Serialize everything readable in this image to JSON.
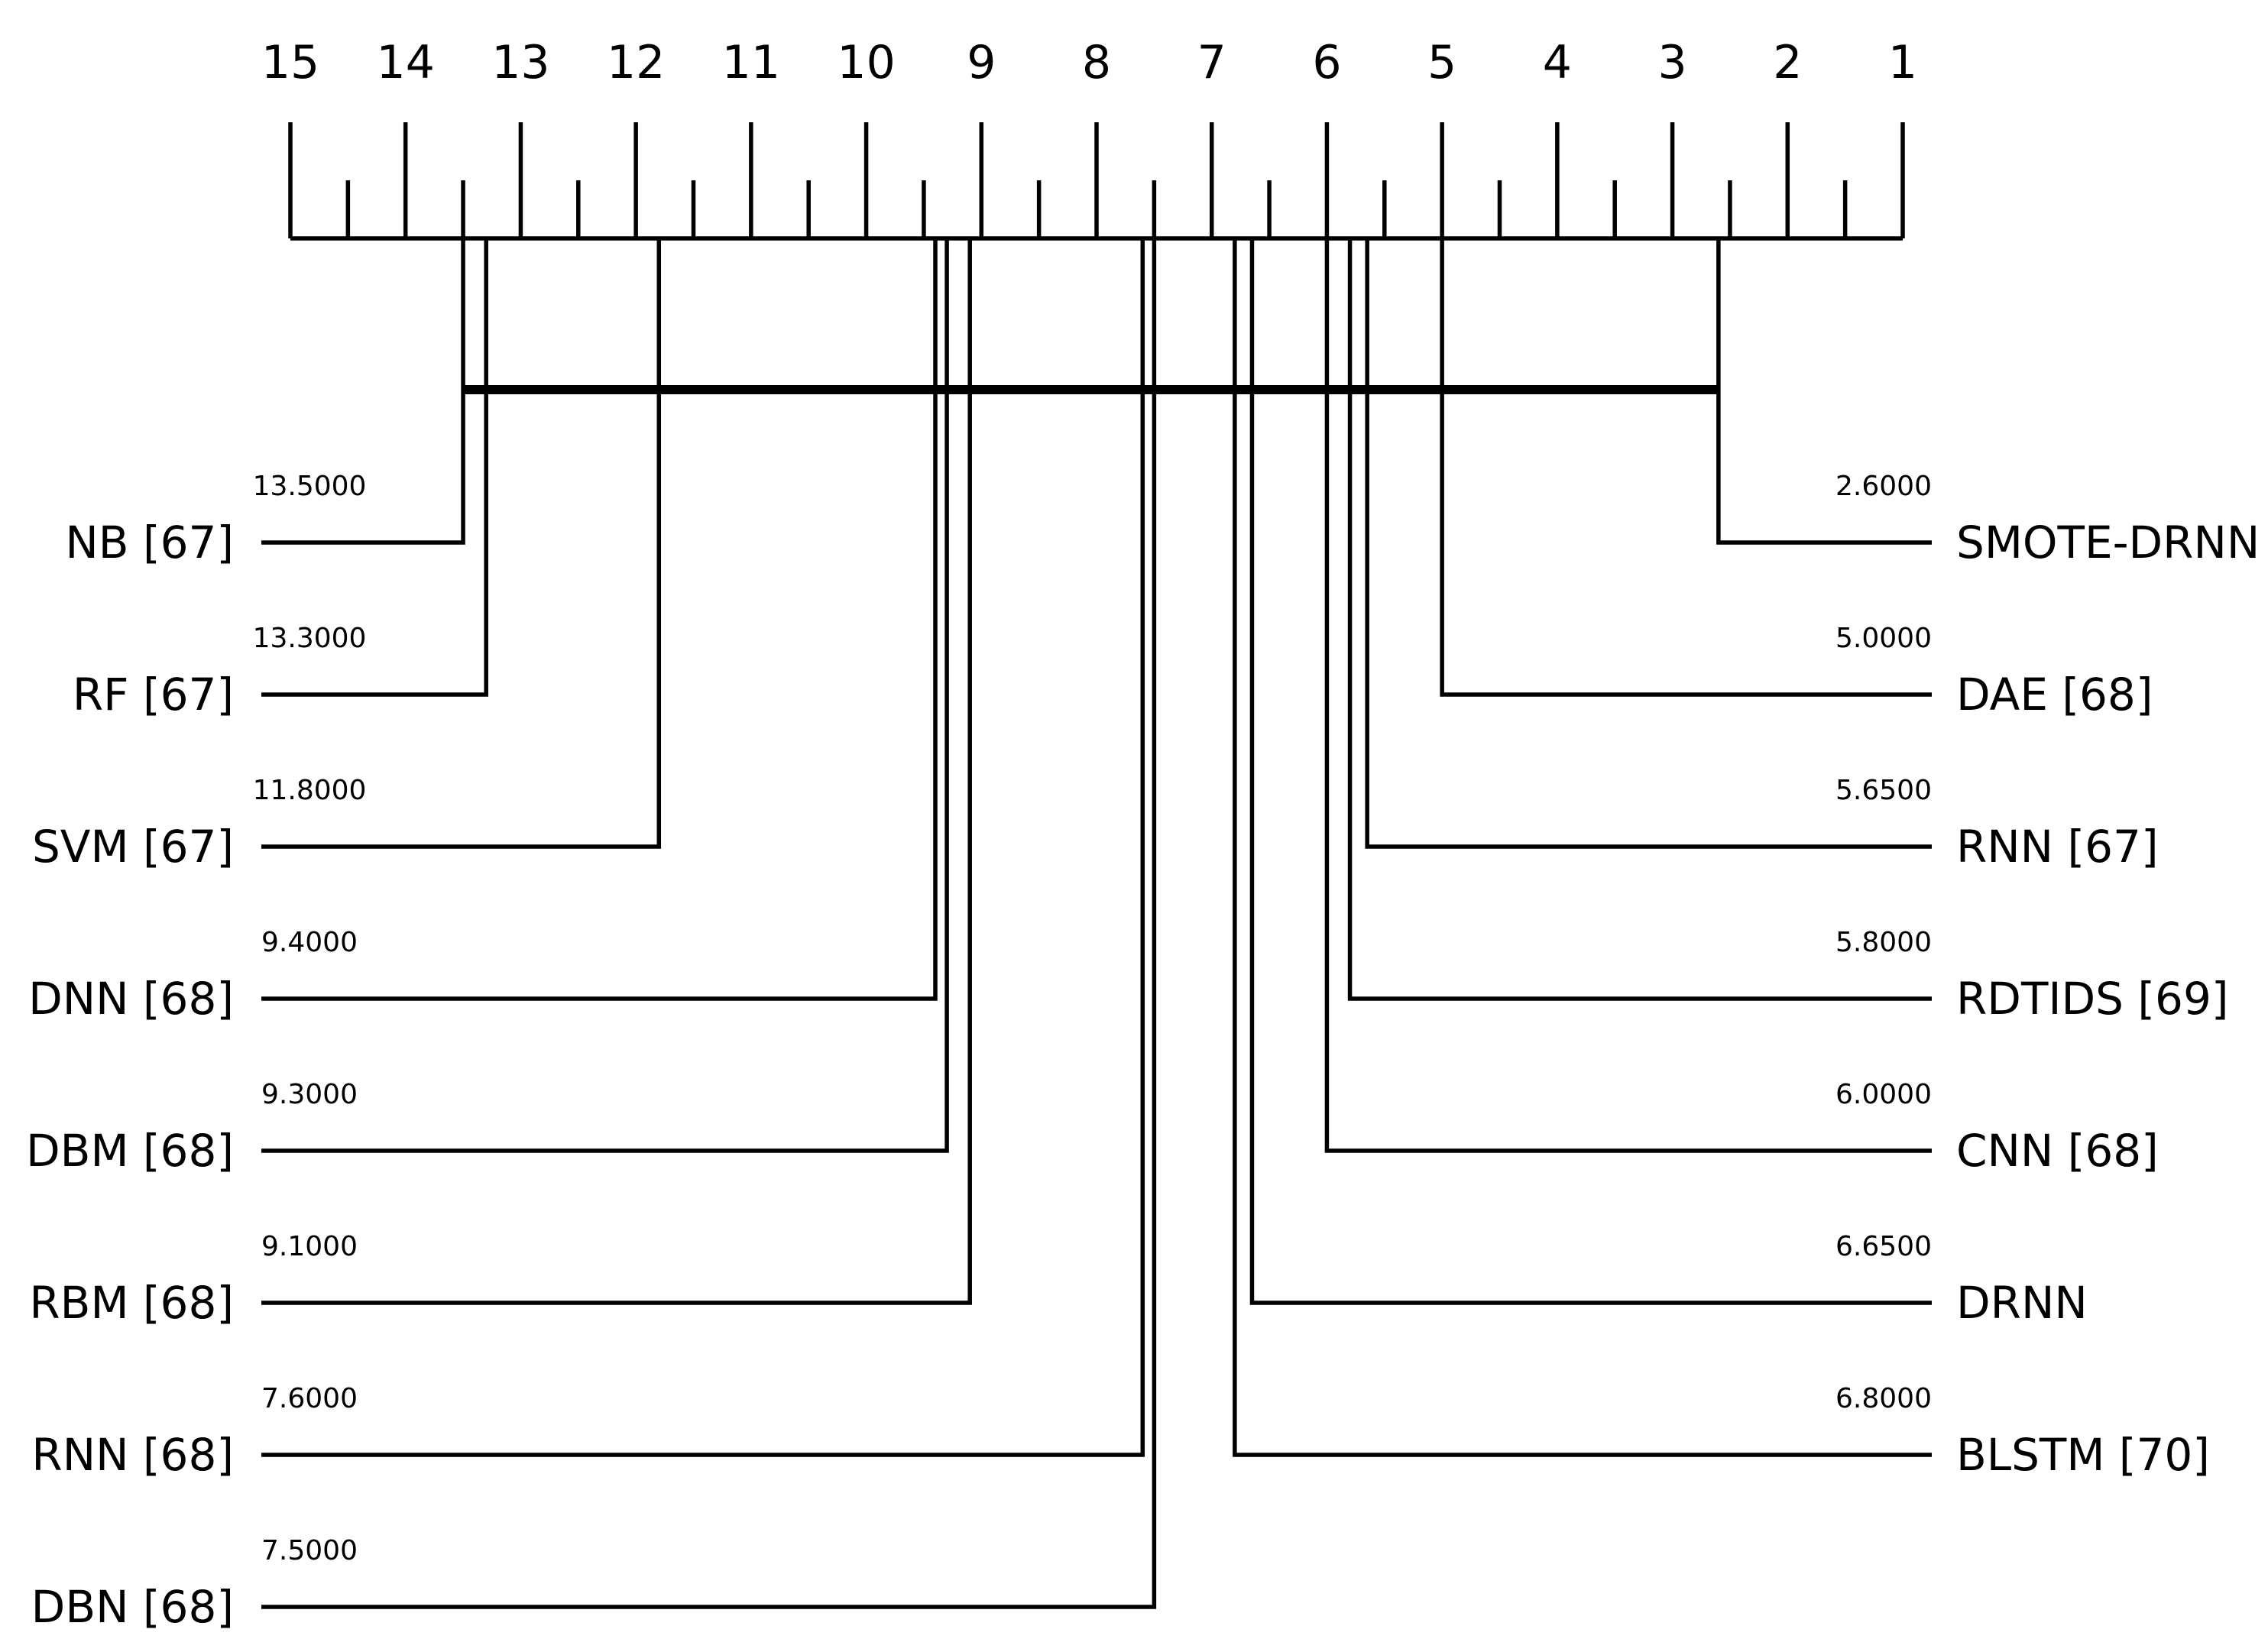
{
  "chart_data": {
    "type": "critical-difference-diagram",
    "axis": {
      "range": [
        1,
        15
      ],
      "reversed": true,
      "tick_labels": [
        "15",
        "14",
        "13",
        "12",
        "11",
        "10",
        "9",
        "8",
        "7",
        "6",
        "5",
        "4",
        "3",
        "2",
        "1"
      ]
    },
    "methods_left": [
      {
        "name": "NB [67]",
        "rank": 13.5,
        "rank_label": "13.5000"
      },
      {
        "name": "RF [67]",
        "rank": 13.3,
        "rank_label": "13.3000"
      },
      {
        "name": "SVM [67]",
        "rank": 11.8,
        "rank_label": "11.8000"
      },
      {
        "name": "DNN [68]",
        "rank": 9.4,
        "rank_label": "9.4000"
      },
      {
        "name": "DBM [68]",
        "rank": 9.3,
        "rank_label": "9.3000"
      },
      {
        "name": "RBM [68]",
        "rank": 9.1,
        "rank_label": "9.1000"
      },
      {
        "name": "RNN [68]",
        "rank": 7.6,
        "rank_label": "7.6000"
      },
      {
        "name": "DBN [68]",
        "rank": 7.5,
        "rank_label": "7.5000"
      }
    ],
    "methods_right": [
      {
        "name": "SMOTE-DRNN",
        "rank": 2.6,
        "rank_label": "2.6000"
      },
      {
        "name": "DAE [68]",
        "rank": 5.0,
        "rank_label": "5.0000"
      },
      {
        "name": "RNN [67]",
        "rank": 5.65,
        "rank_label": "5.6500"
      },
      {
        "name": "RDTIDS [69]",
        "rank": 5.8,
        "rank_label": "5.8000"
      },
      {
        "name": "CNN [68]",
        "rank": 6.0,
        "rank_label": "6.0000"
      },
      {
        "name": "DRNN",
        "rank": 6.65,
        "rank_label": "6.6500"
      },
      {
        "name": "BLSTM [70]",
        "rank": 6.8,
        "rank_label": "6.8000"
      }
    ],
    "cliques": [
      {
        "from": 2.6,
        "to": 13.5
      }
    ]
  }
}
